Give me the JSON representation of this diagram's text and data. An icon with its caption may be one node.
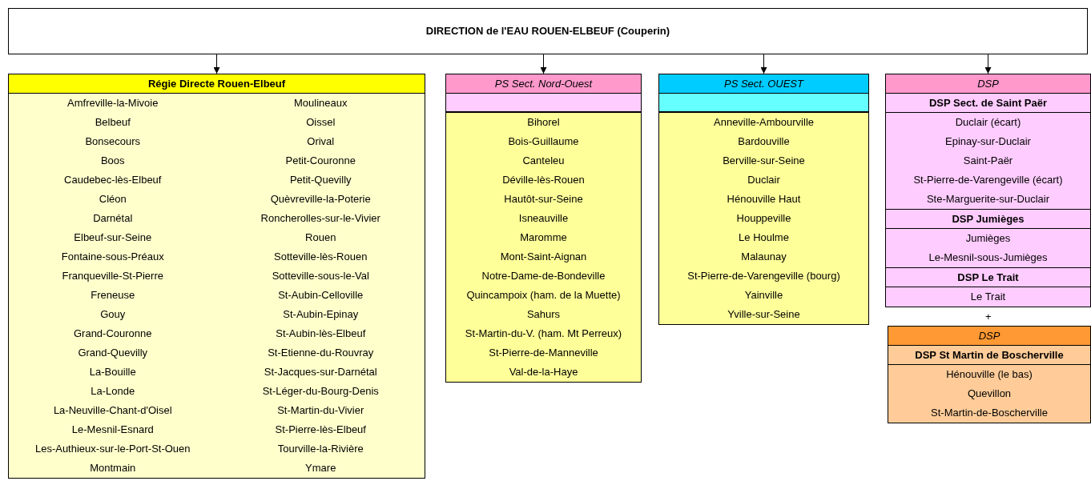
{
  "diagram": {
    "nodes": [
      {
        "text": [
          "DIRECTION de l'EAU ROUEN-ELBEUF (Couperin)"
        ]
      },
      {
        "text": [
          "Régie Directe Rouen-Elbeuf",
          "Amfreville-la-Mivoie",
          "Belbeuf",
          "Bonsecours",
          "Boos",
          "Caudebec-lès-Elbeuf",
          "Cléon",
          "Darnétal",
          "Elbeuf-sur-Seine",
          "Fontaine-sous-Préaux",
          "Franqueville-St-Pierre",
          "Freneuse",
          "Gouy",
          "Grand-Couronne",
          "Grand-Quevilly",
          "La-Bouille",
          "La-Londe",
          "La-Neuville-Chant-d'Oisel",
          "Le-Mesnil-Esnard",
          "Les-Authieux-sur-le-Port-St-Ouen",
          "Montmain",
          "Moulineaux",
          "Oissel",
          "Orival",
          "Petit-Couronne",
          "Petit-Quevilly",
          "Quèvreville-la-Poterie",
          "Roncherolles-sur-le-Vivier",
          "Rouen",
          "Sotteville-lès-Rouen",
          "Sotteville-sous-le-Val",
          "St-Aubin-Celloville",
          "St-Aubin-Epinay",
          "St-Aubin-lès-Elbeuf",
          "St-Etienne-du-Rouvray",
          "St-Jacques-sur-Darnétal",
          "St-Léger-du-Bourg-Denis",
          "St-Martin-du-Vivier",
          "St-Pierre-lès-Elbeuf",
          "Tourville-la-Rivière",
          "Ymare"
        ]
      },
      {
        "text": [
          "PS Sect. Nord-Ouest"
        ]
      },
      {
        "text": [],
        "shape": "bar",
        "in": 2
      },
      {
        "text": [
          "Bihorel",
          "Bois-Guillaume",
          "Canteleu",
          "Déville-lès-Rouen",
          "Hautôt-sur-Seine",
          "Isneauville",
          "Maromme",
          "Mont-Saint-Aignan",
          "Notre-Dame-de-Bondeville",
          "Quincampoix (ham. de la Muette)",
          "Sahurs",
          "St-Martin-du-V. (ham. Mt Perreux)",
          "St-Pierre-de-Manneville",
          "Val-de-la-Haye"
        ],
        "in": 2
      },
      {
        "text": [
          "PS Sect. OUEST"
        ]
      },
      {
        "text": [],
        "shape": "bar",
        "in": 5
      },
      {
        "text": [
          "Anneville-Ambourville",
          "Bardouville",
          "Berville-sur-Seine",
          "Duclair",
          "Hénouville Haut",
          "Houppeville",
          "Le Houlme",
          "Malaunay",
          "St-Pierre-de-Varengeville (bourg)",
          "Yainville",
          "Yville-sur-Seine"
        ],
        "in": 5
      },
      {
        "text": [
          "DSP"
        ]
      },
      {
        "text": [
          "DSP Sect. de Saint Paër",
          "Duclair (écart)",
          "Epinay-sur-Duclair",
          "Saint-Paër",
          "St-Pierre-de-Varengeville (écart)",
          "Ste-Marguerite-sur-Duclair"
        ],
        "in": 8
      },
      {
        "text": [
          "DSP Jumièges",
          "Jumièges",
          "Le-Mesnil-sous-Jumièges"
        ],
        "in": 8
      },
      {
        "text": [
          "DSP Le Trait",
          "Le Trait"
        ],
        "in": 8
      },
      {
        "text": [
          "DSP"
        ]
      },
      {
        "text": [
          "DSP St Martin de Boscherville",
          "Hénouville (le bas)",
          "Quevillon",
          "St-Martin-de-Boscherville"
        ],
        "in": 12
      }
    ],
    "edges": [
      {
        "from": 0,
        "to": 1,
        "arrow": "to"
      },
      {
        "from": 0,
        "to": 2,
        "arrow": "to"
      },
      {
        "from": 0,
        "to": 5,
        "arrow": "to"
      },
      {
        "from": 0,
        "to": 8,
        "arrow": "to"
      }
    ],
    "labels": [
      "+"
    ]
  }
}
